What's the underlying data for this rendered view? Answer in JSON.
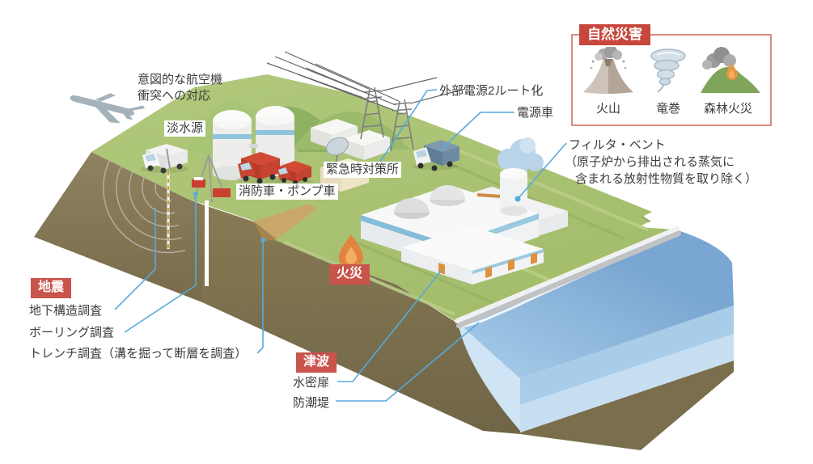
{
  "illustration": {
    "aircraft_note_line1": "意図的な航空機",
    "aircraft_note_line2": "衝突への対応",
    "freshwater_label": "淡水源",
    "fire_pump_label": "消防車・ポンプ車",
    "emergency_center_label": "緊急時対策所",
    "external_power_label": "外部電源2ルート化",
    "power_vehicle_label": "電源車",
    "filter_vent_title": "フィルタ・ベント",
    "filter_vent_desc1": "（原子炉から排出される蒸気に",
    "filter_vent_desc2": "含まれる放射性物質を取り除く）"
  },
  "fire": {
    "badge": "火災"
  },
  "earthquake": {
    "badge": "地震",
    "items": [
      "地下構造調査",
      "ボーリング調査",
      "トレンチ調査（溝を掘って断層を調査）"
    ]
  },
  "tsunami": {
    "badge": "津波",
    "items": [
      "水密扉",
      "防潮堤"
    ]
  },
  "natural_disasters": {
    "title": "自然災害",
    "items": [
      {
        "icon": "volcano-icon",
        "label": "火山"
      },
      {
        "icon": "tornado-icon",
        "label": "竜巻"
      },
      {
        "icon": "forest-fire-icon",
        "label": "森林火災"
      }
    ]
  },
  "colors": {
    "badge_red": "#c9544b",
    "panel_border": "#d98c80",
    "callout_blue": "#58a9dc",
    "grass_green": "#a9c172",
    "ground_olive": "#8b7d5b",
    "sea_blue": "#8ab5dd"
  }
}
